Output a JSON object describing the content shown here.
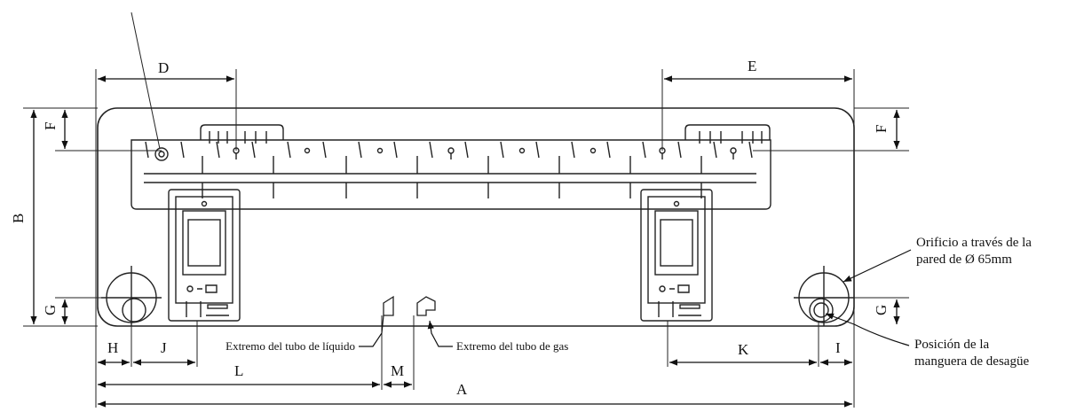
{
  "dimensions": {
    "A": "A",
    "B": "B",
    "D": "D",
    "E": "E",
    "F": "F",
    "G": "G",
    "H": "H",
    "I": "I",
    "J": "J",
    "K": "K",
    "L": "L",
    "M": "M"
  },
  "callouts": {
    "hole_line1": "Orificio a través de la",
    "hole_line2": "pared de Ø 65mm",
    "drain_line1": "Posición de la",
    "drain_line2": "manguera de desagüe",
    "liquid_tube": "Extremo del tubo de líquido",
    "gas_tube": "Extremo del tubo de gas"
  }
}
